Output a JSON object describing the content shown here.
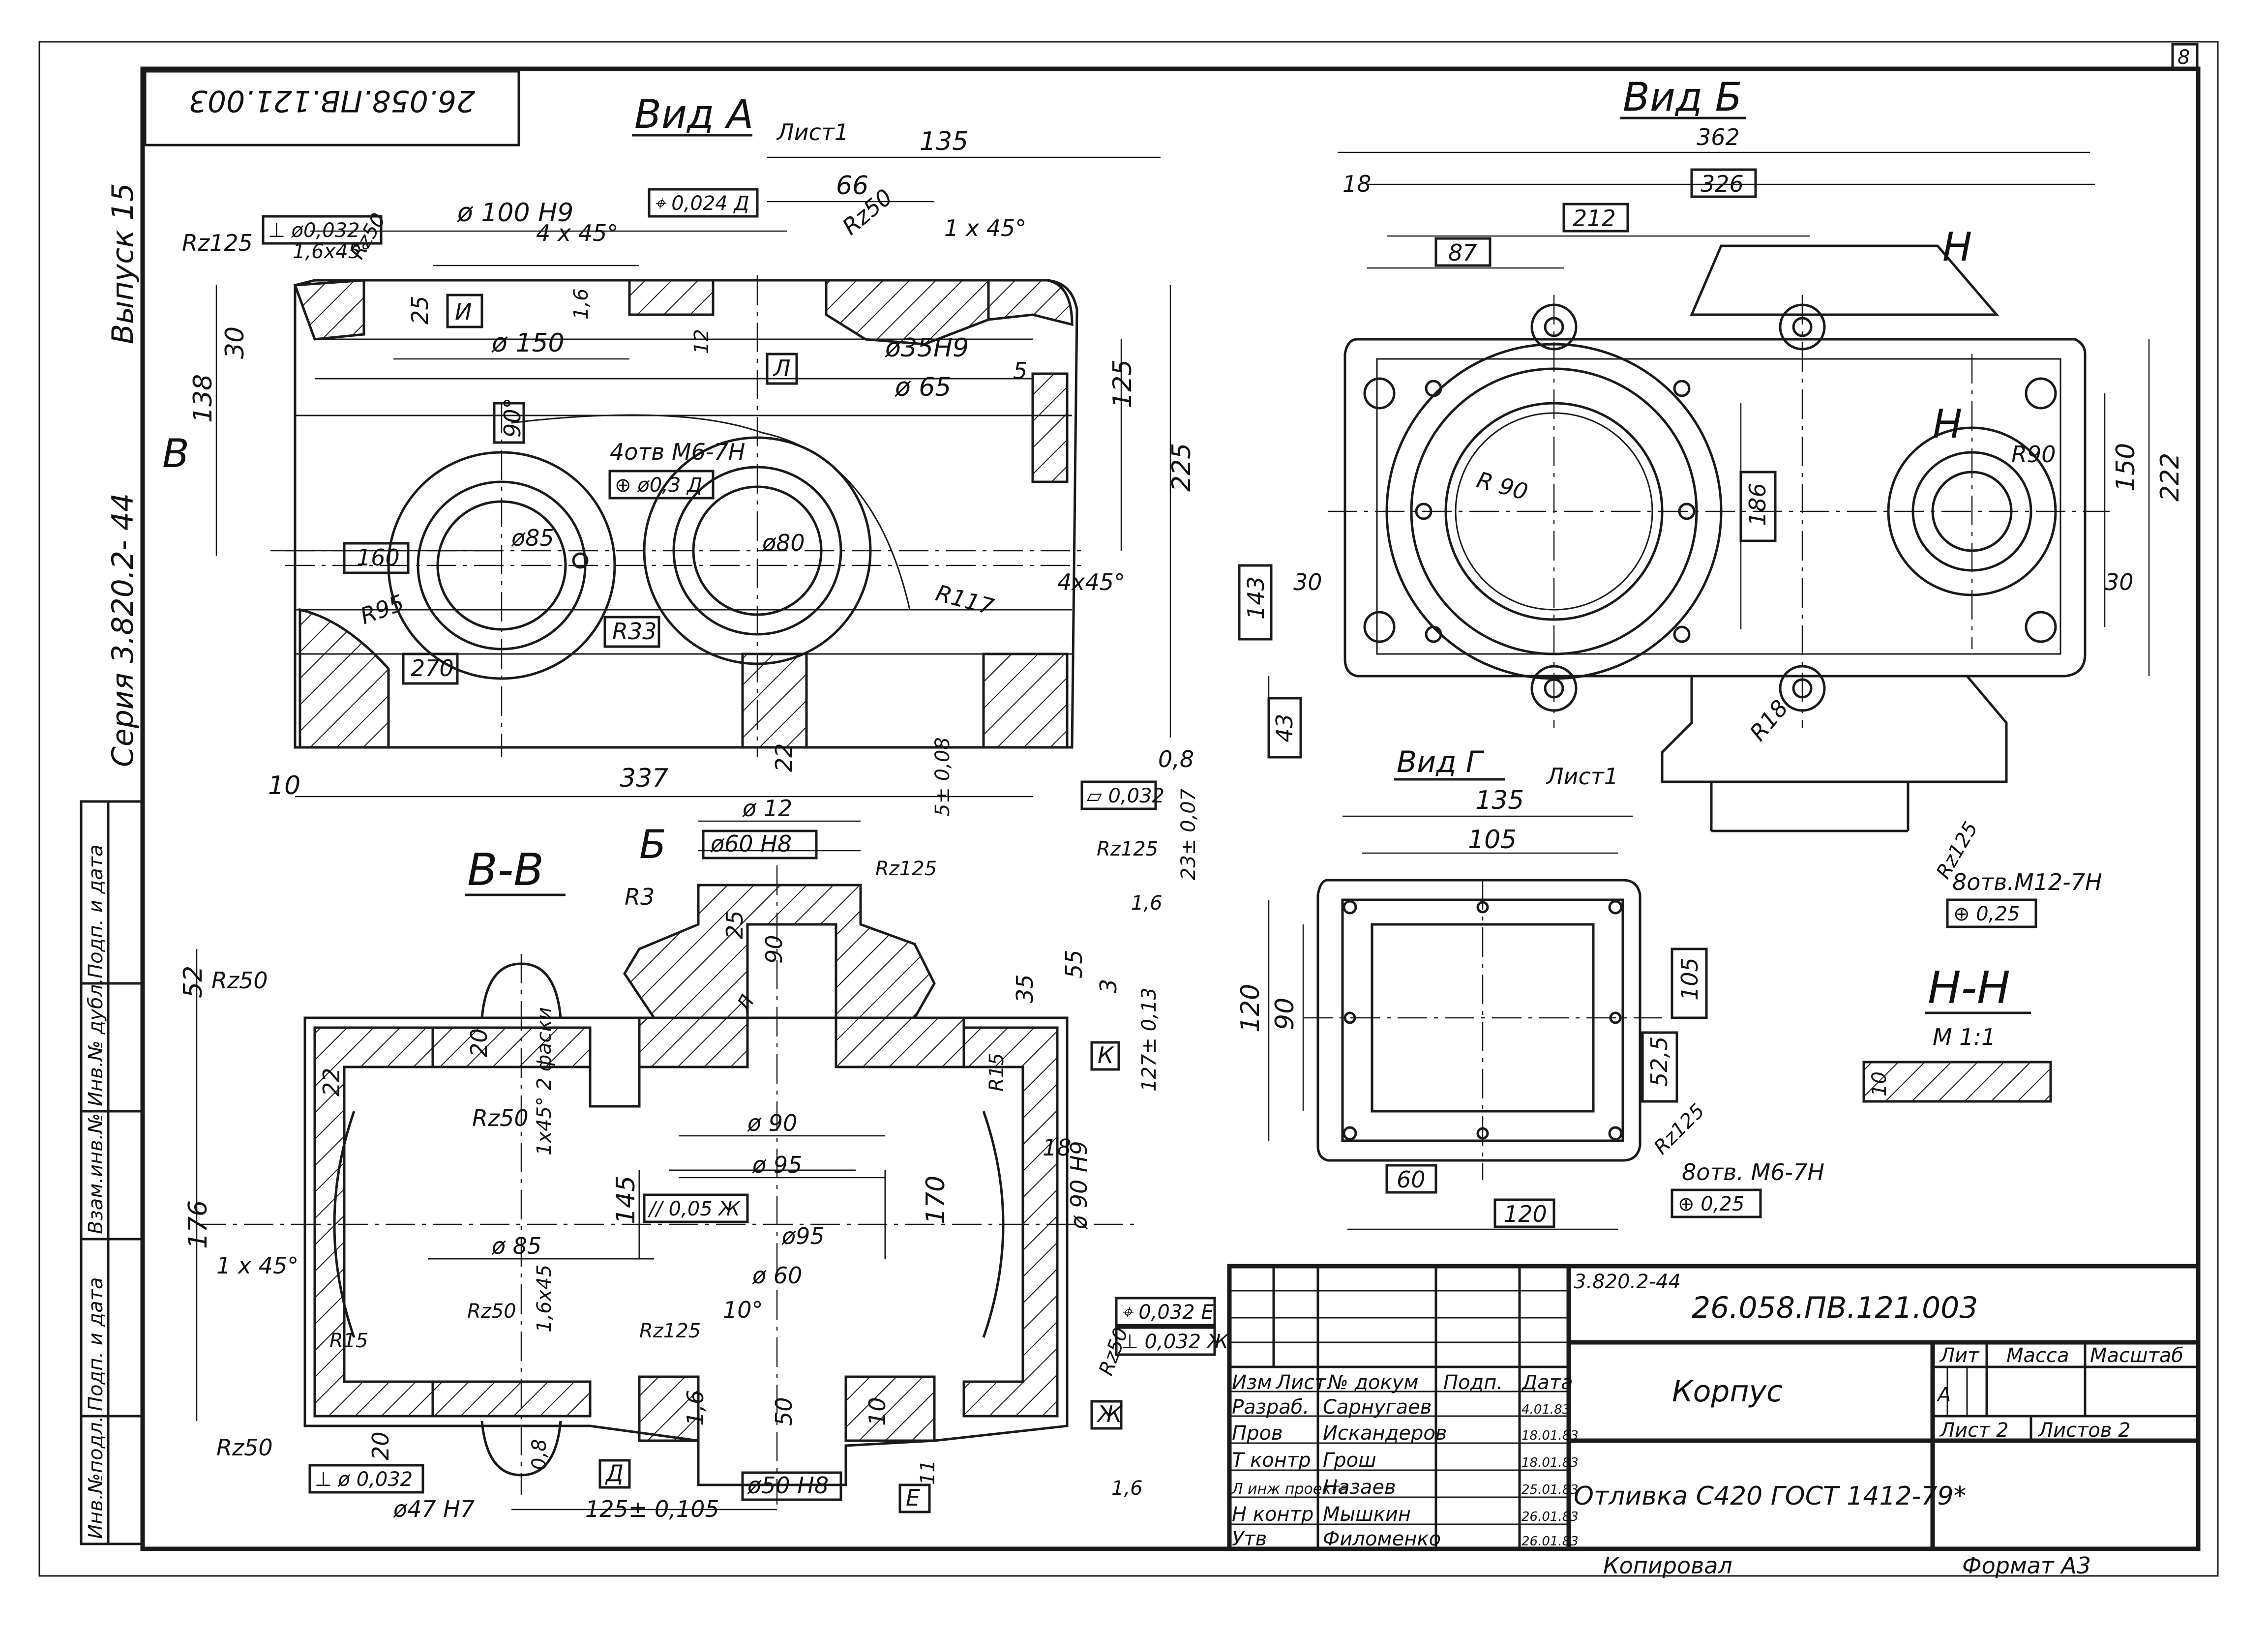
{
  "stamp_top": "26.058.ПВ.121.003",
  "side": {
    "vypusk": "Выпуск 15",
    "seria": "Серия 3.820.2- 44"
  },
  "left_strip": [
    "Подп. и дата",
    "Инв.№ дубл.",
    "Взам.инв.№",
    "Подп. и дата",
    "Инв.№подл."
  ],
  "views": {
    "vid_a": {
      "title": "Вид А",
      "sheet": "Лист1"
    },
    "vid_b": {
      "title": "Вид Б"
    },
    "vid_g": {
      "title": "Вид Г",
      "sheet": "Лист1"
    },
    "bb": {
      "title": "В-В",
      "arrow": "Б"
    },
    "nn": {
      "title": "Н-Н",
      "scale": "М 1:1",
      "dim": "10"
    }
  },
  "dims_a": {
    "d135": "135",
    "d66": "66",
    "phi100": "ø 100 Н9",
    "d4x45": "4 х 45°",
    "phi150": "ø 150",
    "d1x45": "1 х 45°",
    "d16x45": "1,6х45°",
    "rz125": "Rz125",
    "rz50a": "Rz50",
    "rz50b": "Rz50",
    "phi35": "ø35Н9",
    "phi65": "ø 65",
    "d30": "30",
    "d138": "138",
    "d90deg": "90°",
    "holes": "4отв М6-7Н",
    "tol1": "⊕ ø0,3 Д",
    "phi85": "ø85",
    "phi80": "ø80",
    "d160": "160",
    "r95": "R95",
    "r117": "R117",
    "r33": "R33",
    "d270": "270",
    "d4x45b": "4х45°",
    "d125": "125",
    "d225": "225",
    "d337": "337",
    "d10": "10",
    "d08": "0,8",
    "flat": "▱ 0,032",
    "perp": "⊥ ø0,032",
    "cross": "⌖ 0,024 Д",
    "d25": "25",
    "d16": "1,6",
    "d12": "12",
    "d5": "5",
    "d22": "22",
    "d143": "143",
    "d43": "43",
    "vB": "В",
    "labI": "И",
    "labL": "Л"
  },
  "dims_b": {
    "d362": "362",
    "d326": "326",
    "d212": "212",
    "d87": "87",
    "d18": "18",
    "r90a": "R 90",
    "r90b": "R90",
    "d186": "186",
    "d150": "150",
    "d222": "222",
    "d30a": "30",
    "d30b": "30",
    "r18": "R18",
    "holes": "8отв.М12-7Н",
    "tol": "⊕ 0,25",
    "rz125": "Rz125",
    "hN": "Н"
  },
  "dims_g": {
    "d135": "135",
    "d105": "105",
    "d120": "120",
    "d90": "90",
    "d105b": "105",
    "d525": "52,5",
    "d60": "60",
    "d120b": "120",
    "holes": "8отв. М6-7Н",
    "tol": "⊕ 0,25",
    "rz125": "Rz125"
  },
  "dims_bb": {
    "phi12": "ø 12",
    "phi60": "ø60 Н8",
    "tol5": "5± 0,08",
    "tol23": "23± 0,07",
    "rz125": "Rz125",
    "d16": "1,6",
    "r3": "R3",
    "d52": "52",
    "rz50": "Rz50",
    "d25": "25",
    "d90": "90",
    "d55": "55",
    "d35": "35",
    "d3": "3",
    "d127": "127± 0,13",
    "d22": "22",
    "d20": "20",
    "d176": "176",
    "rz50b": "Rz50",
    "chamfer": "1х45° 2 фаски",
    "phi90": "ø 90",
    "phi95": "ø 95",
    "d145": "145",
    "d170": "170",
    "d18": "18",
    "phi90h9": "ø 90 Н9",
    "par": "// 0,05 Ж",
    "phi95b": "ø95",
    "phi85": "ø 85",
    "phi60b": "ø 60",
    "d1x45": "1 х 45°",
    "r15a": "R15",
    "r15b": "R15",
    "d16x45": "1,6х45",
    "d10deg": "10°",
    "d16b": "1,6",
    "d50": "50",
    "d10": "10",
    "cross": "⌖ 0,032 Е",
    "perp": "⊥ 0,032 Ж",
    "rz50c": "Rz50",
    "rz50d": "Rz50",
    "perp2": "⊥ ø 0,032",
    "phi47": "ø47 Н7",
    "d08": "0,8",
    "d125": "125± 0,105",
    "phi50": "ø50 Н8",
    "labD": "Д",
    "labE": "Е",
    "labZh": "Ж",
    "labK": "К",
    "labL": "Л",
    "d11": "11",
    "d16c": "1,6"
  },
  "title_block": {
    "doc_code_small": "3.820.2-44",
    "doc_code": "26.058.ПВ.121.003",
    "name": "Корпус",
    "material": "Отливка С420 ГОСТ 1412-79*",
    "headers": [
      "Изм",
      "Лист",
      "№ докум",
      "Подп.",
      "Дата"
    ],
    "rows": [
      {
        "role": "Разраб.",
        "name": "Сарнугаев",
        "date": "4.01.83"
      },
      {
        "role": "Пров",
        "name": "Искандеров",
        "date": "18.01.83"
      },
      {
        "role": "Т контр",
        "name": "Грош",
        "date": "18.01.83"
      },
      {
        "role": "Л инж проекта",
        "name": "Назаев",
        "date": "25.01.83"
      },
      {
        "role": "Н контр",
        "name": "Мышкин",
        "date": "26.01.83"
      },
      {
        "role": "Утв",
        "name": "Филоменко",
        "date": "26.01.83"
      }
    ],
    "lit_header": "Лит",
    "mass_header": "Масса",
    "scale_header": "Масштаб",
    "lit_value": "А",
    "sheet": "Лист 2",
    "sheets": "Листов 2",
    "copied": "Копировал",
    "format": "Формат А3"
  },
  "corner_mark": "8"
}
